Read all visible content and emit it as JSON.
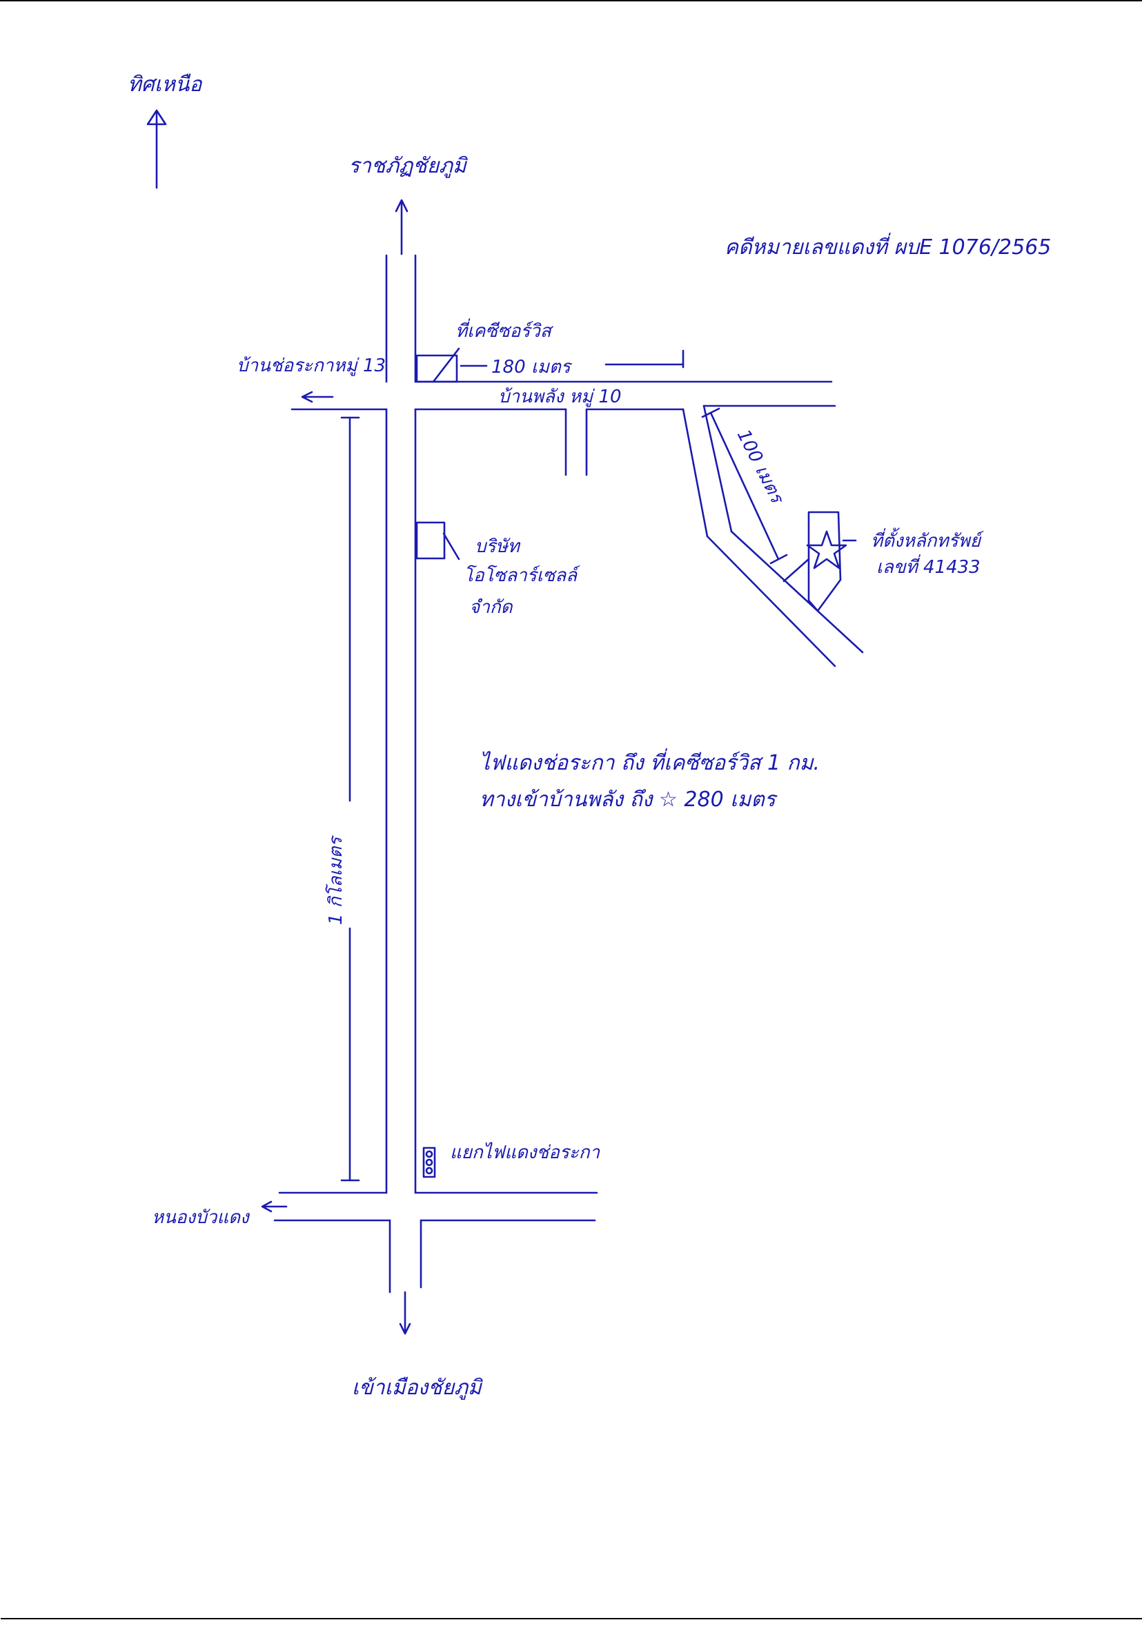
{
  "north_label": "ทิศเหนือ",
  "case_number": "คดีหมายเลขแดงที่ ผบE 1076/2565",
  "destinations": {
    "top": "ราชภัฏชัยภูมิ",
    "bottom": "เข้าเมืองชัยภูมิ",
    "left_top": "บ้านช่อระกาหมู่ 13",
    "left_bottom": "หนองบัวแดง"
  },
  "landmarks": {
    "police_station": "ที่เคซีซอร์วิส",
    "company": [
      "บริษัท",
      "โอโซลาร์เซลล์",
      "จำกัด"
    ],
    "traffic_light": "แยกไฟแดงช่อระกา",
    "target": [
      "ที่ตั้งหลักทรัพย์",
      "เลขที่ 41433"
    ]
  },
  "road_labels": {
    "side_road": "บ้านพลัง หมู่ 10"
  },
  "distances": {
    "to_service": "180 เมตร",
    "diagonal": "100 เมตร",
    "main_vertical": "1 กิโลเมตร"
  },
  "notes": [
    "ไฟแดงช่อระกา ถึง ที่เคซีซอร์วิส 1 กม.",
    "ทางเข้าบ้านพลัง ถึง ☆ 280 เมตร"
  ],
  "colors": {
    "ink": "#1a1ab0"
  },
  "icons": [
    "north-arrow-icon",
    "star-icon",
    "traffic-light-icon",
    "arrow-icon"
  ]
}
